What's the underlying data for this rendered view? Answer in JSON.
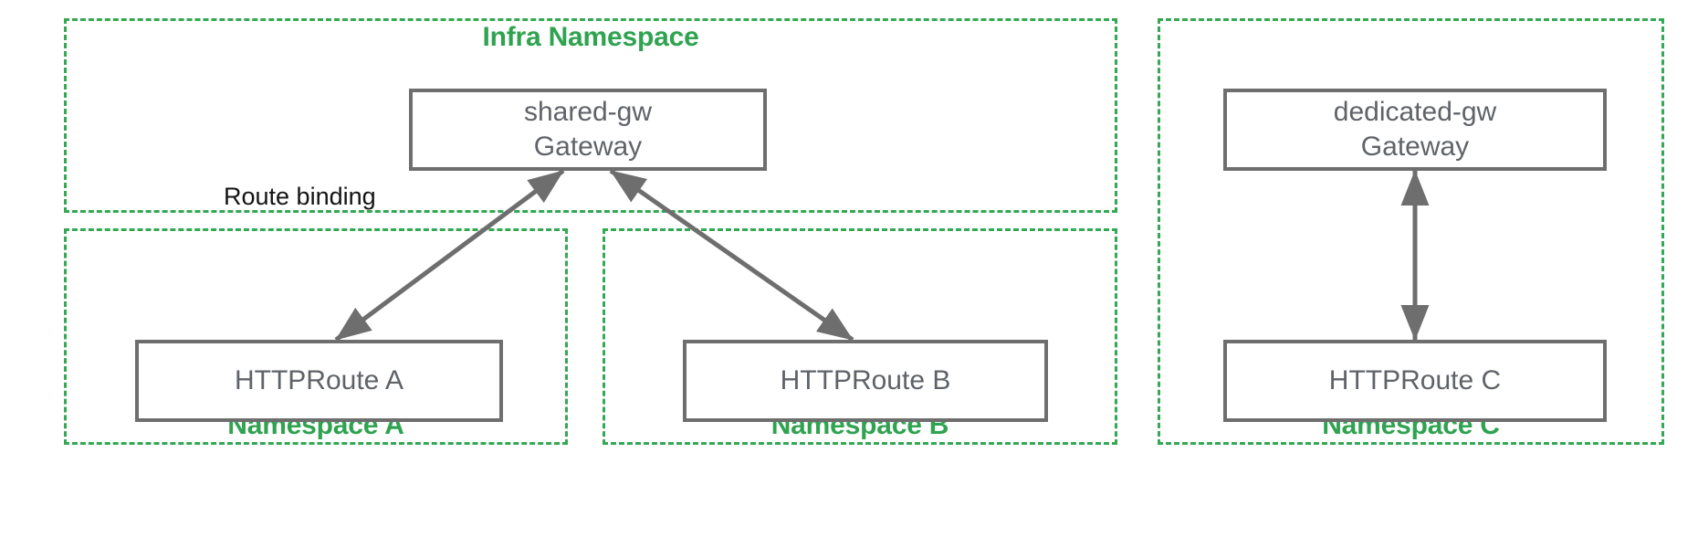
{
  "diagram": {
    "title_visible": false,
    "colors": {
      "namespace_border": "#34A853",
      "namespace_label": "#2FA350",
      "node_border": "#6E6E6E",
      "node_text": "#5F6368",
      "edge": "#6E6E6E",
      "edge_label_text": "#131313",
      "background": "#FFFFFF"
    },
    "namespaces": [
      {
        "id": "infra",
        "label": "Infra Namespace",
        "label_position": "top-center"
      },
      {
        "id": "ns-a",
        "label": "Namespace A",
        "label_position": "bottom-center"
      },
      {
        "id": "ns-b",
        "label": "Namespace B",
        "label_position": "bottom-center"
      },
      {
        "id": "ns-c",
        "label": "Namespace C",
        "label_position": "bottom-center"
      }
    ],
    "nodes": [
      {
        "id": "shared-gw",
        "name": "shared-gw",
        "kind": "Gateway",
        "namespace": "infra"
      },
      {
        "id": "dedicated-gw",
        "name": "dedicated-gw",
        "kind": "Gateway",
        "namespace": "ns-c"
      },
      {
        "id": "httproute-a",
        "name": "HTTPRoute A",
        "kind": "",
        "namespace": "ns-a"
      },
      {
        "id": "httproute-b",
        "name": "HTTPRoute B",
        "kind": "",
        "namespace": "ns-b"
      },
      {
        "id": "httproute-c",
        "name": "HTTPRoute C",
        "kind": "",
        "namespace": "ns-c"
      }
    ],
    "edges": [
      {
        "id": "edge-a",
        "from": "httproute-a",
        "to": "shared-gw",
        "label": "Route binding",
        "arrow": "both"
      },
      {
        "id": "edge-b",
        "from": "httproute-b",
        "to": "shared-gw",
        "label": "",
        "arrow": "both"
      },
      {
        "id": "edge-c",
        "from": "httproute-c",
        "to": "dedicated-gw",
        "label": "",
        "arrow": "both"
      }
    ]
  }
}
